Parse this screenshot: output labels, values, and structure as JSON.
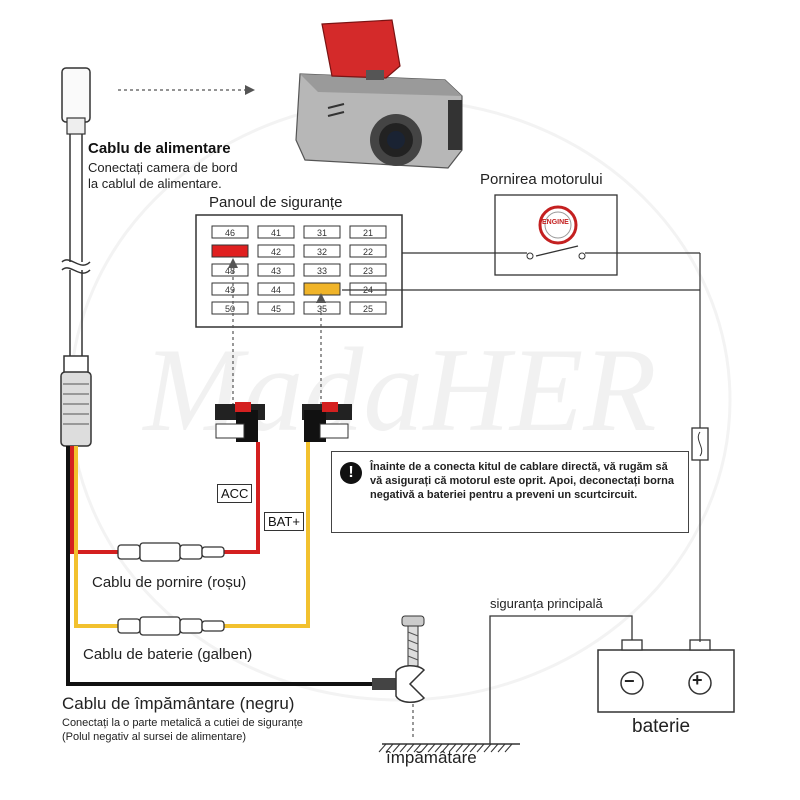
{
  "watermark": "MadaHER",
  "power_cable": {
    "title": "Cablu de alimentare",
    "line1": "Conectați camera de bord",
    "line2": "la cablul de alimentare."
  },
  "fuse_panel": {
    "title": "Panoul de siguranțe",
    "rows": [
      [
        "46",
        "41",
        "31",
        "21"
      ],
      [
        "",
        "42",
        "32",
        "22"
      ],
      [
        "48",
        "43",
        "33",
        "23"
      ],
      [
        "49",
        "44",
        "",
        "24"
      ],
      [
        "50",
        "45",
        "35",
        "25"
      ]
    ],
    "acc_color": "#e02020",
    "bat_color": "#f0b429"
  },
  "engine_start": {
    "title": "Pornirea motorului",
    "badge": "ENGINE"
  },
  "tags": {
    "acc": "ACC",
    "bat": "BAT+"
  },
  "warning": {
    "icon": "!",
    "text": "Înainte de a conecta kitul de cablare directă, vă rugăm să vă asigurați că motorul este oprit. Apoi, deconectați borna negativă a bateriei pentru a preveni un scurtcircuit."
  },
  "wires": {
    "red_label": "Cablu de pornire (roșu)",
    "yellow_label": "Cablu de baterie (galben)",
    "black_label": "Cablu de împământare (negru)",
    "black_note1": "Conectați la o parte metalică a cutiei de siguranțe",
    "black_note2": "(Polul negativ al sursei de alimentare)",
    "red_color": "#d42020",
    "yellow_color": "#f2c12e",
    "black_color": "#111111"
  },
  "main_fuse": "siguranța principală",
  "battery": {
    "label": "baterie",
    "minus": "−",
    "plus": "+"
  },
  "ground": "împămâtare"
}
